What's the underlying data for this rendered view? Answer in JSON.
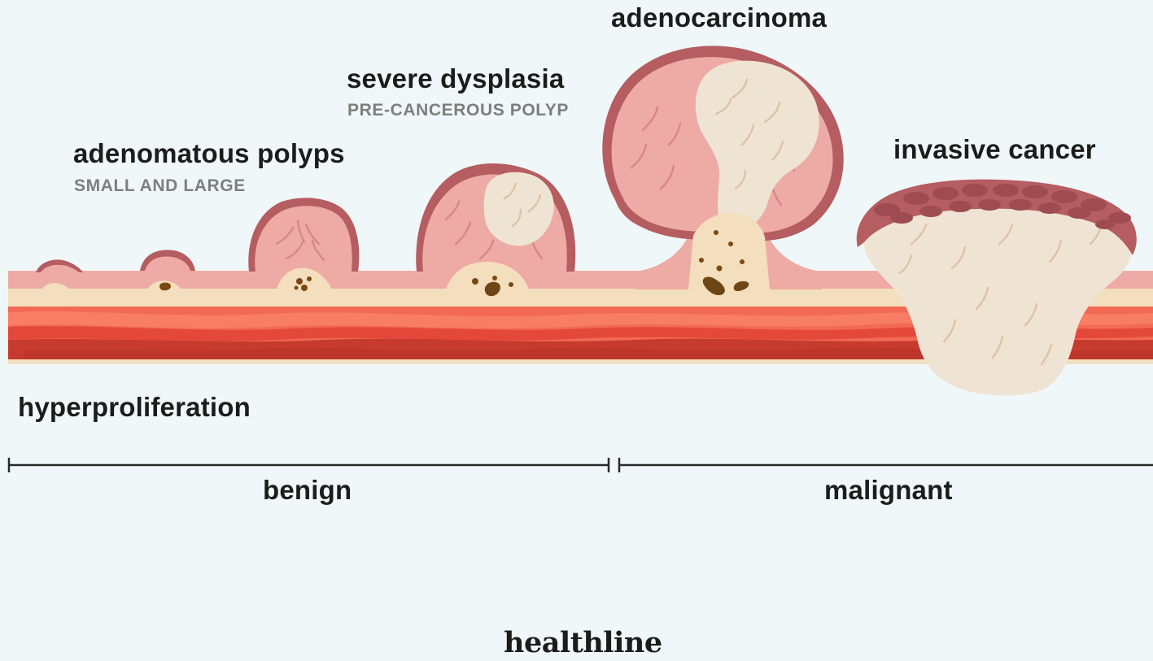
{
  "stages": {
    "hyperproliferation": "hyperproliferation",
    "adenomatous_polyps": {
      "title": "adenomatous polyps",
      "subtitle": "SMALL AND LARGE"
    },
    "severe_dysplasia": {
      "title": "severe dysplasia",
      "subtitle": "PRE-CANCEROUS POLYP"
    },
    "adenocarcinoma": "adenocarcinoma",
    "invasive_cancer": "invasive cancer"
  },
  "scale": {
    "benign": "benign",
    "malignant": "malignant"
  },
  "brand": "healthline",
  "colors": {
    "background": "#f0f7f9",
    "mucosa": "#eeaba6",
    "polyp_rim": "#b55d60",
    "tumor": "#efe4d4",
    "submucosa": "#f2dfc0",
    "muscle": "#e24e3c",
    "muscle_light": "#f7705a",
    "muscle_dark": "#c13a2c",
    "debris": "#6e4514"
  }
}
